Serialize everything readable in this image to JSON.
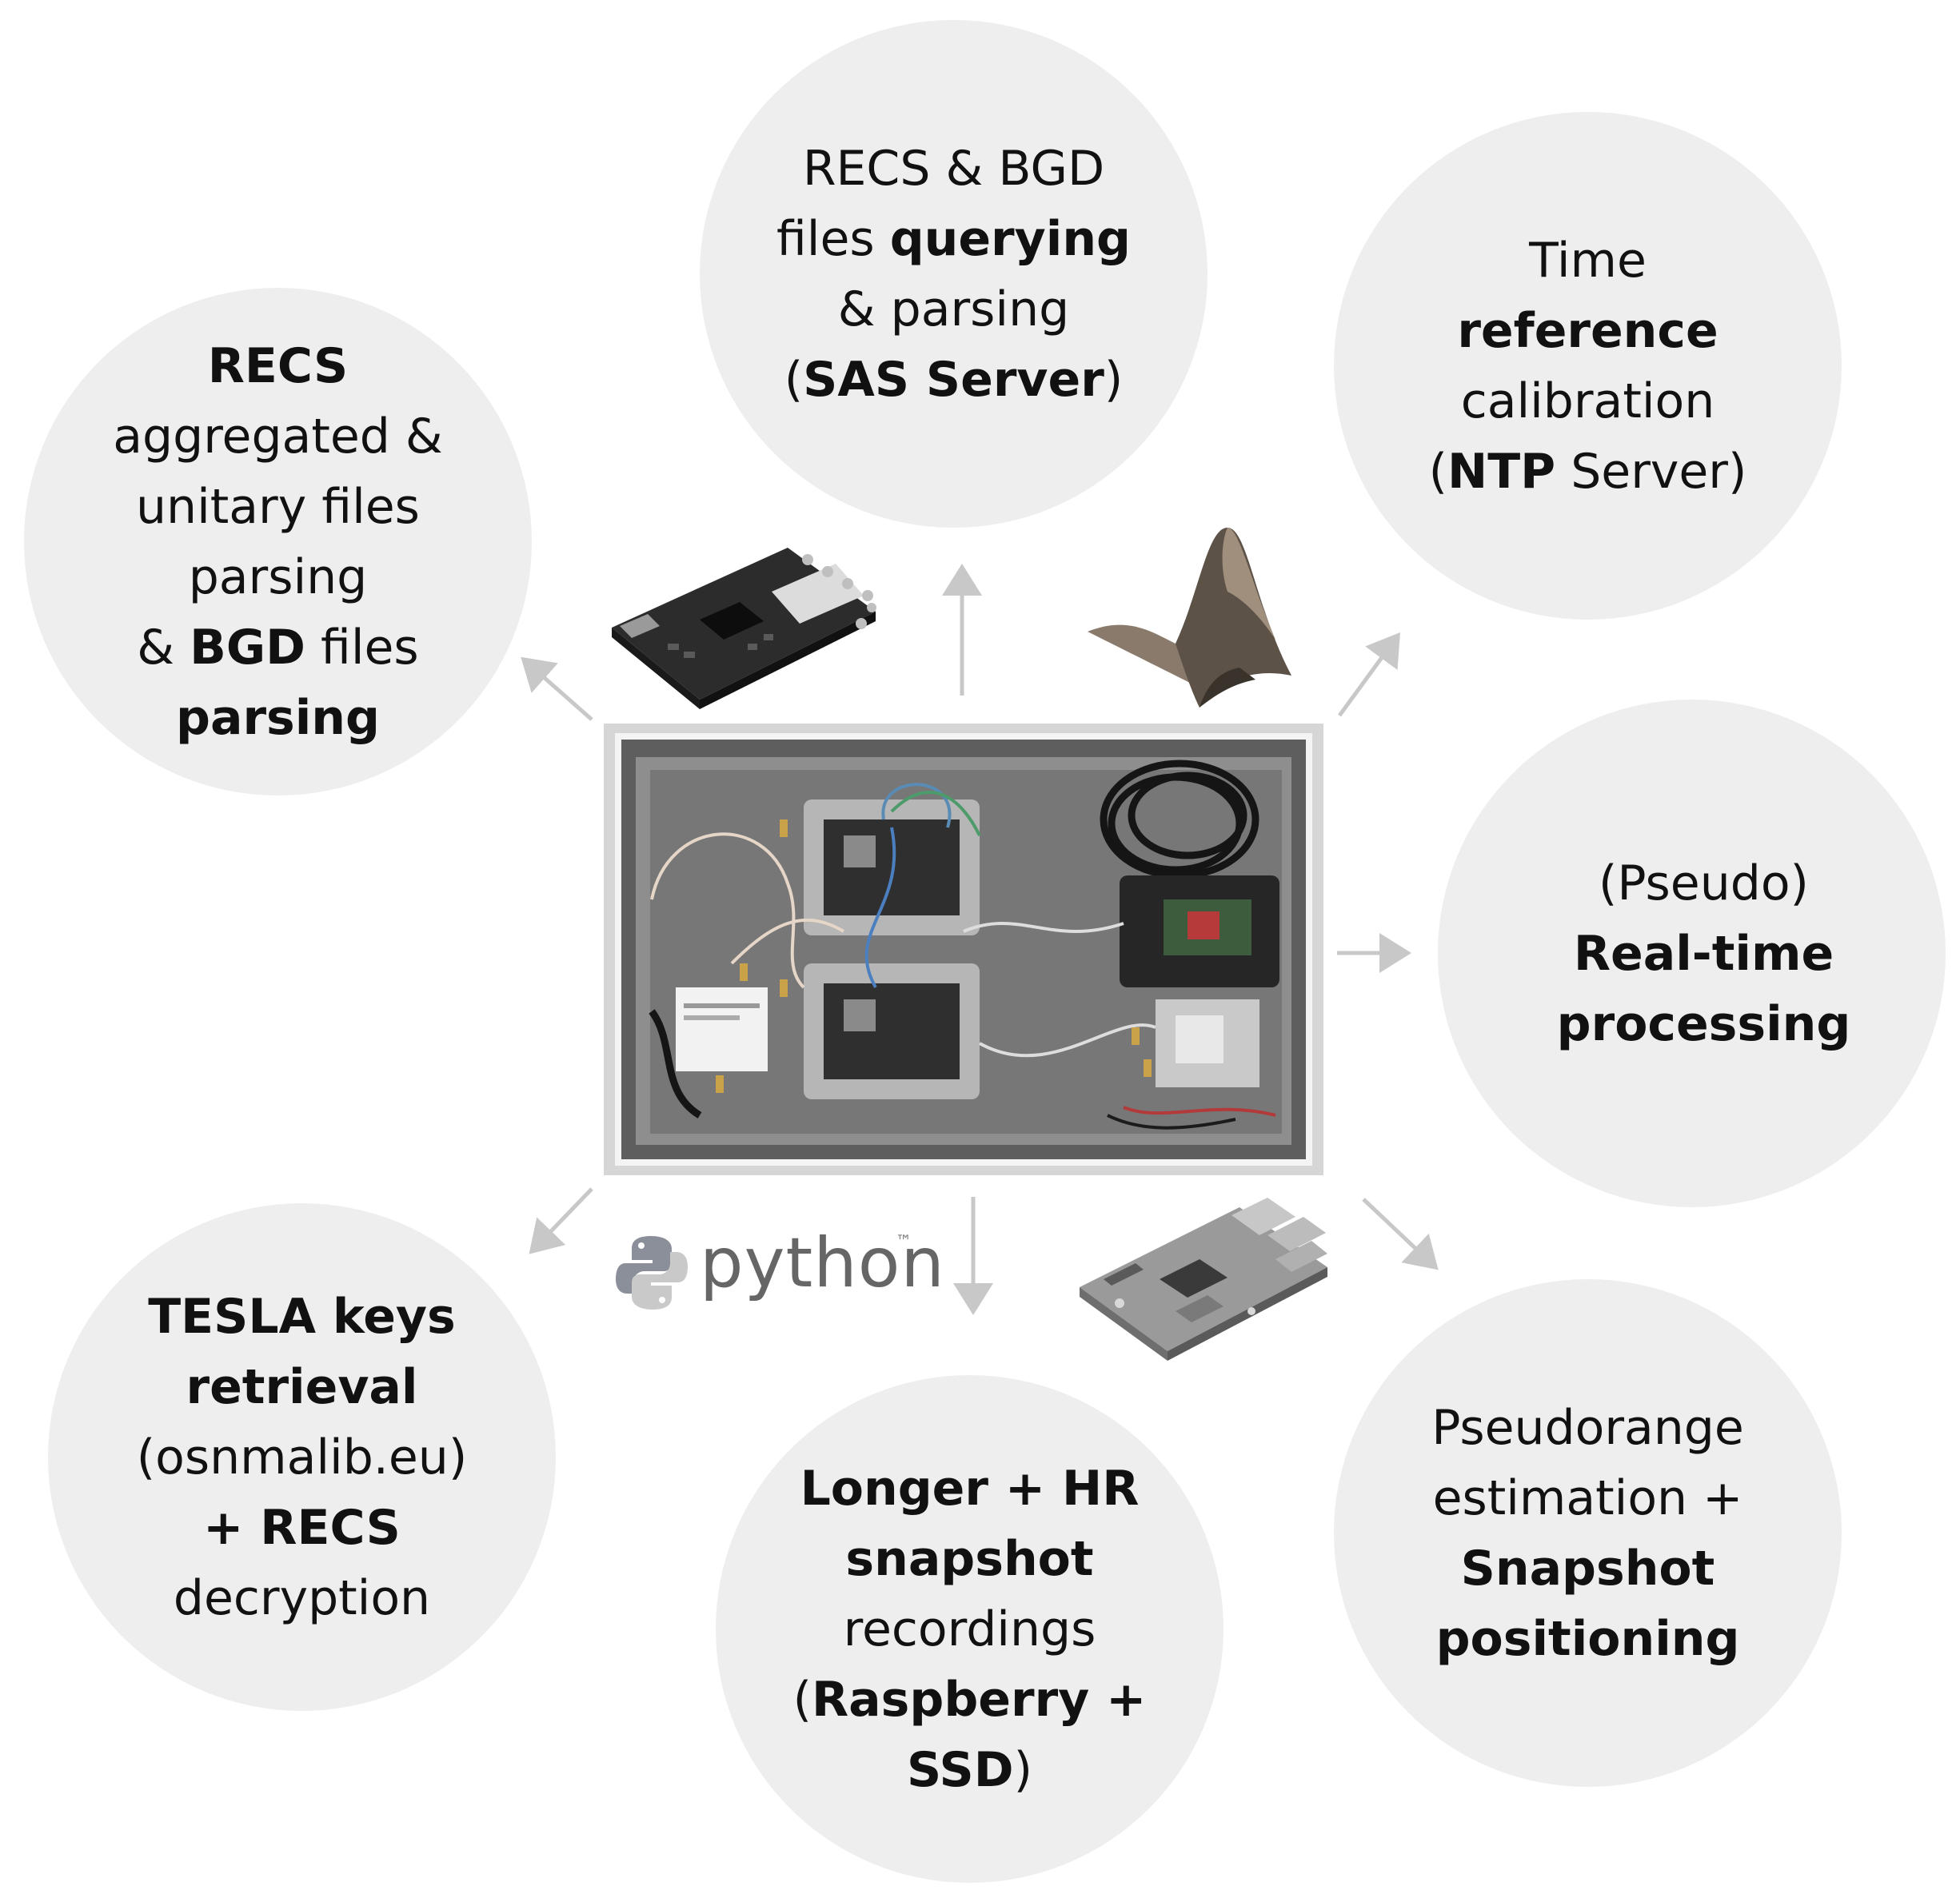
{
  "bubbles": {
    "recs_parsing": [
      "RECS",
      "aggregated &",
      "unitary files",
      "parsing",
      "& ",
      "BGD",
      " files",
      "parsing"
    ],
    "sas": [
      "RECS & BGD",
      "files ",
      "querying",
      "& parsing",
      "(",
      "SAS Server",
      ")"
    ],
    "ntp": [
      "Time",
      "reference",
      "calibration",
      "(",
      "NTP",
      " Server)"
    ],
    "realtime": [
      "(Pseudo)",
      "Real-time",
      "processing"
    ],
    "tesla": [
      "TESLA keys",
      "retrieval",
      "(osnmalib.eu)",
      "+ RECS",
      "decryption"
    ],
    "snapshot": [
      "Longer + HR",
      "snapshot",
      "recordings",
      "(",
      "Raspberry +",
      "SSD",
      ")"
    ],
    "positioning": [
      "Pseudorange",
      "estimation +",
      "Snapshot",
      "positioning"
    ]
  },
  "logos": {
    "python_word": "python",
    "python_tm": "™"
  },
  "colors": {
    "bubble": "#eeeeee",
    "arrow": "#c8c8c8",
    "box_frame": "#d6d6d6",
    "box_inner": "#5e5e5e",
    "python_blue": "#8a8f99",
    "python_yellow": "#c9c9c9",
    "matlab_surface": "#6b5e52"
  },
  "icons": [
    "board-icon",
    "matlab-icon",
    "python-icon",
    "raspberry-icon",
    "enclosure-photo"
  ]
}
